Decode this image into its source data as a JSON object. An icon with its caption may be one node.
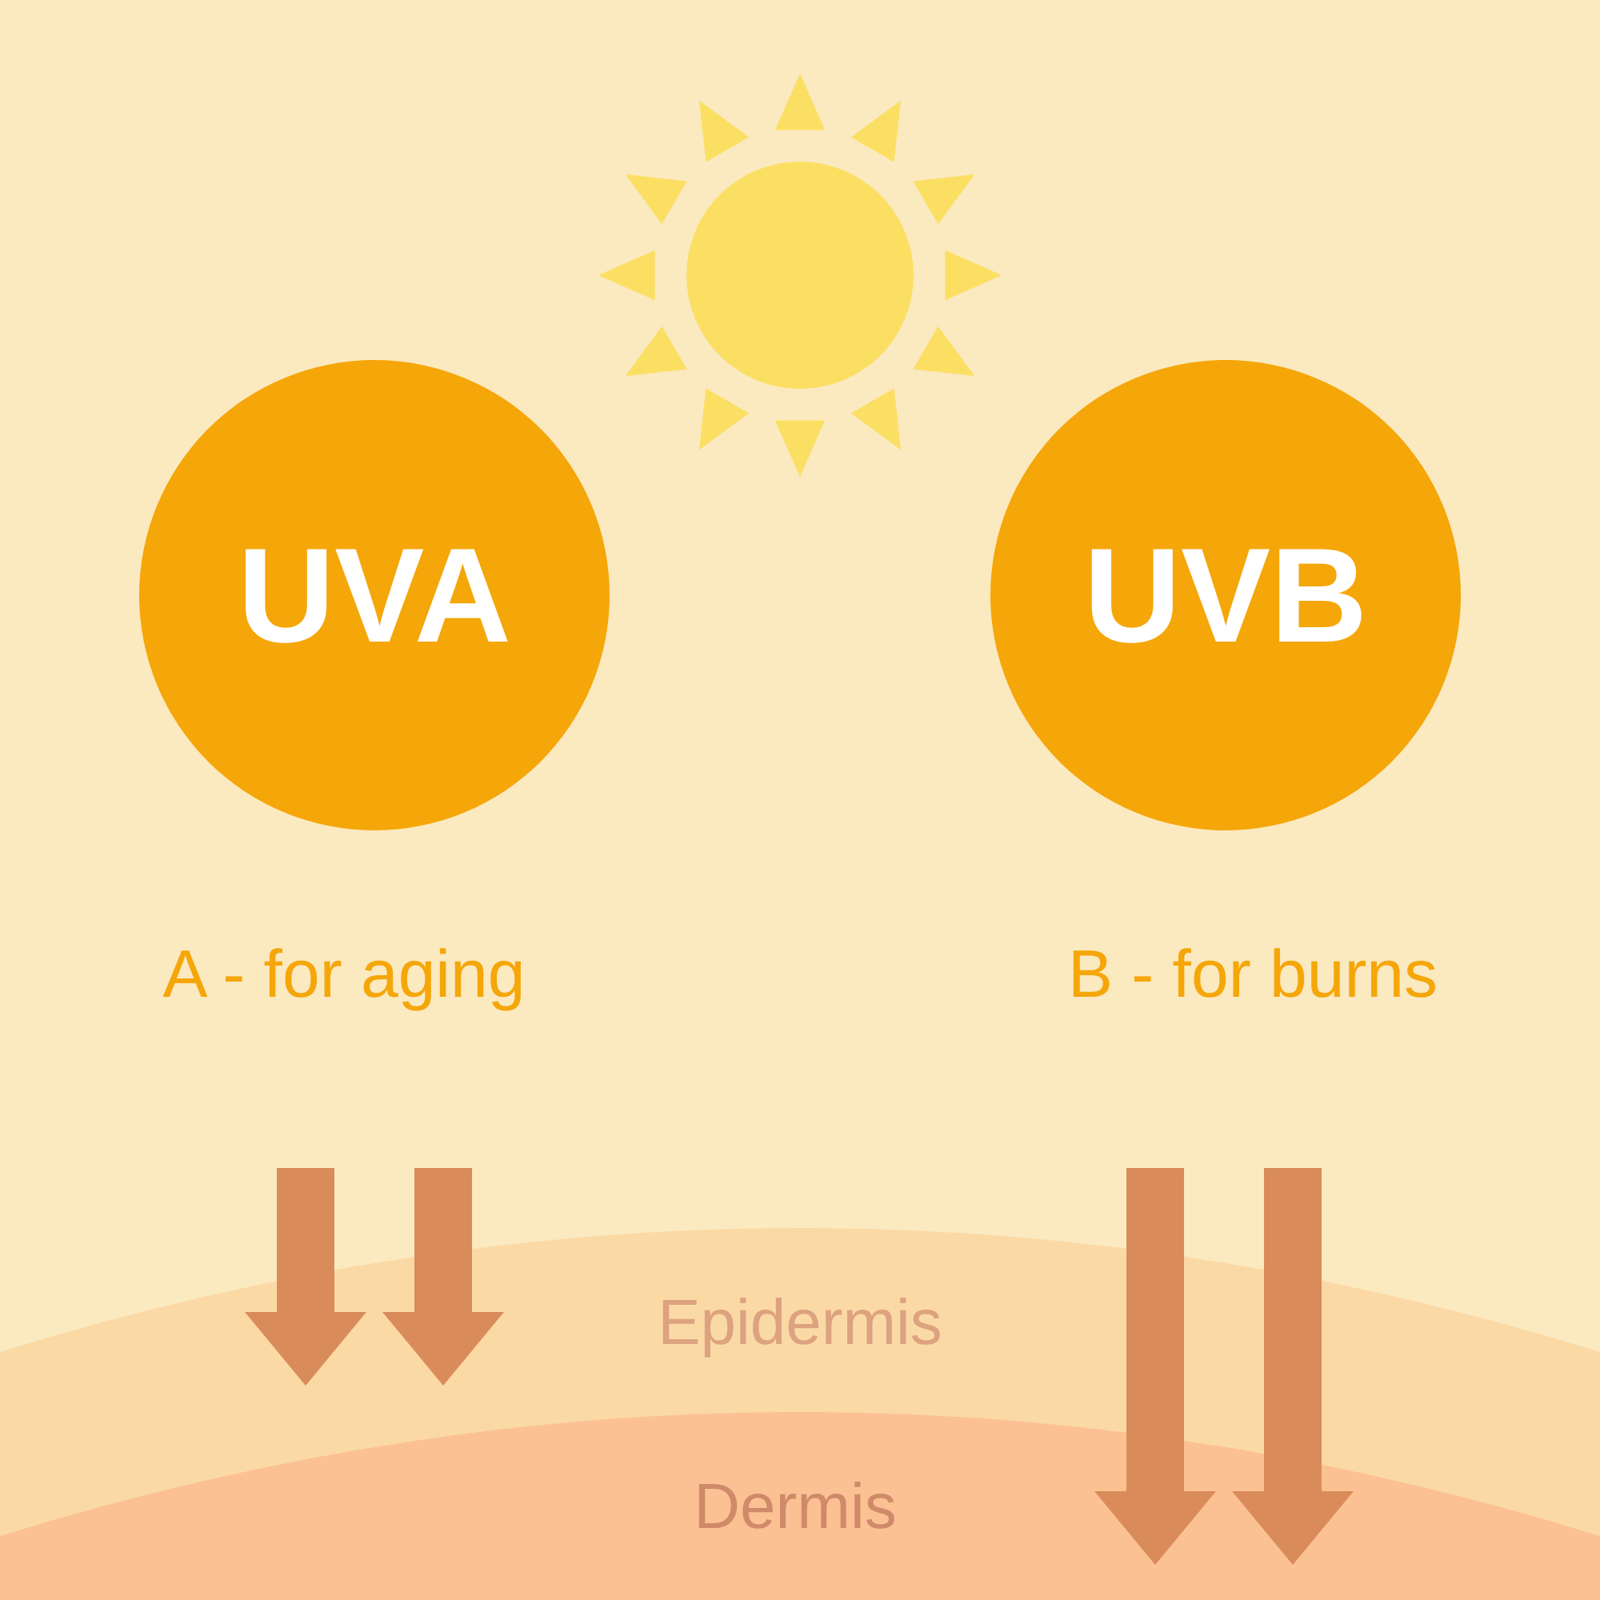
{
  "diagram": {
    "nodes": [
      {
        "text": [
          "UVA"
        ],
        "beside": [
          "A - for aging"
        ]
      },
      {
        "text": [
          "UVB"
        ],
        "beside": [
          "B - for burns"
        ]
      },
      {
        "text": [
          "Epidermis"
        ]
      },
      {
        "text": [
          "Dermis"
        ]
      }
    ]
  }
}
